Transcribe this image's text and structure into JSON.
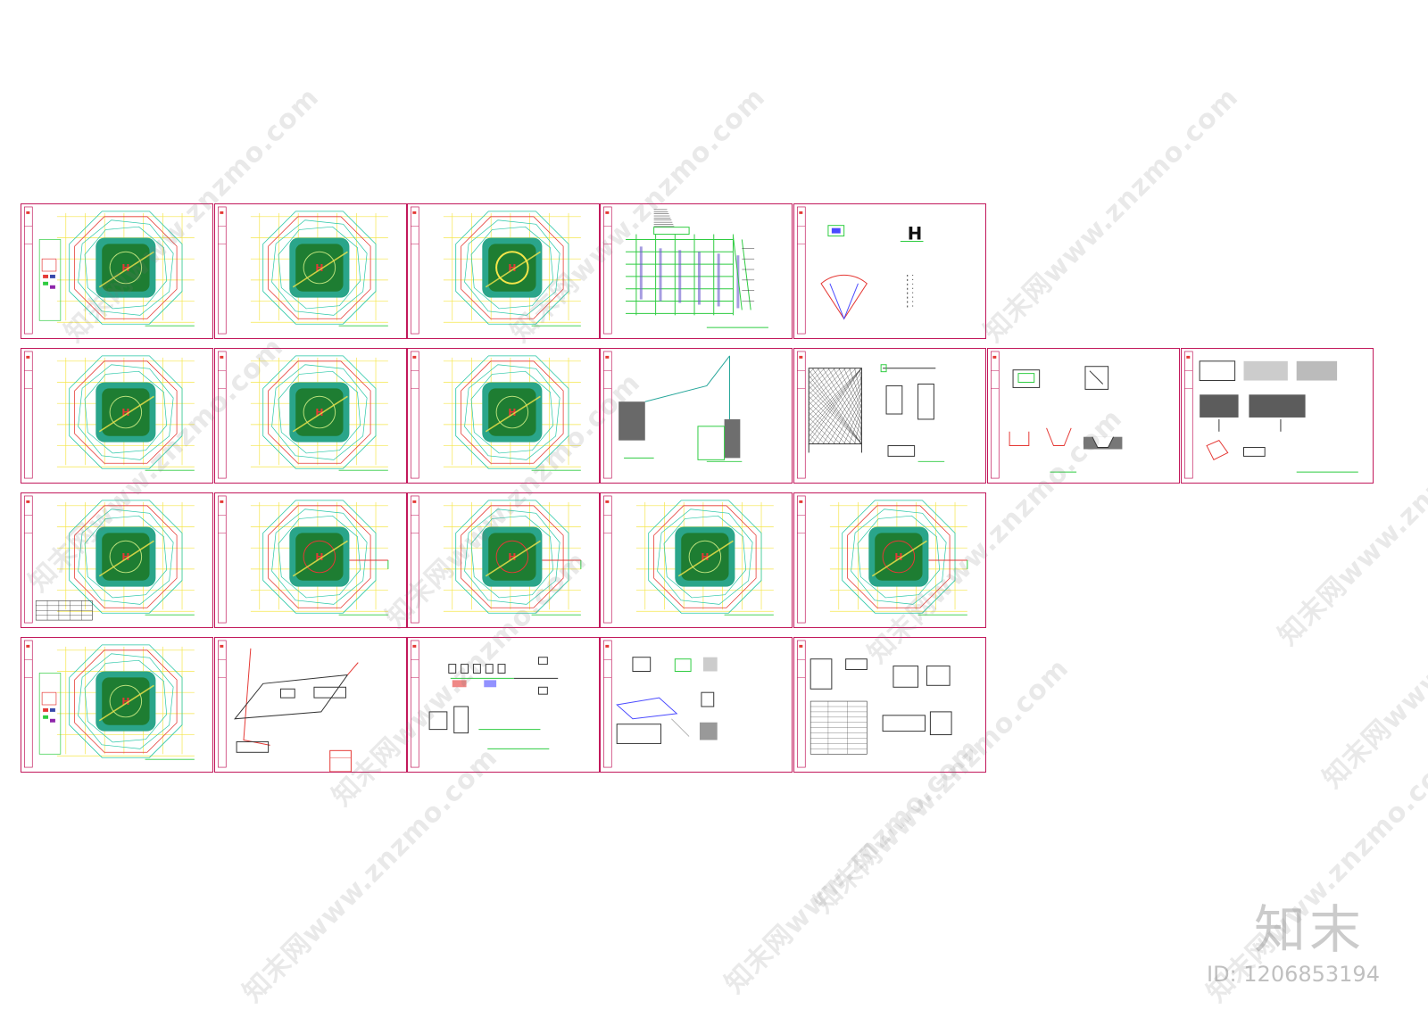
{
  "brand": {
    "logo_text": "知末",
    "id_label": "ID: 1206853194"
  },
  "watermark": {
    "text": "知末网www.znzmo.com"
  },
  "colors": {
    "border": "#c2185b",
    "pad": "#1e7d32",
    "cyan": "#26c6a6",
    "red": "#e53935",
    "yellow": "#f5e64a",
    "green": "#2ecc40"
  },
  "sheet_kinds": [
    "plan-legend",
    "plan",
    "plan-circle",
    "elevation",
    "h-mark",
    "plan",
    "plan",
    "plan",
    "section",
    "fence",
    "detail-a",
    "detail-b",
    "plan-table",
    "plan-red",
    "plan-red",
    "plan",
    "plan-red",
    "plan-legend",
    "isometric",
    "schematic",
    "detail-c",
    "detail-d"
  ]
}
